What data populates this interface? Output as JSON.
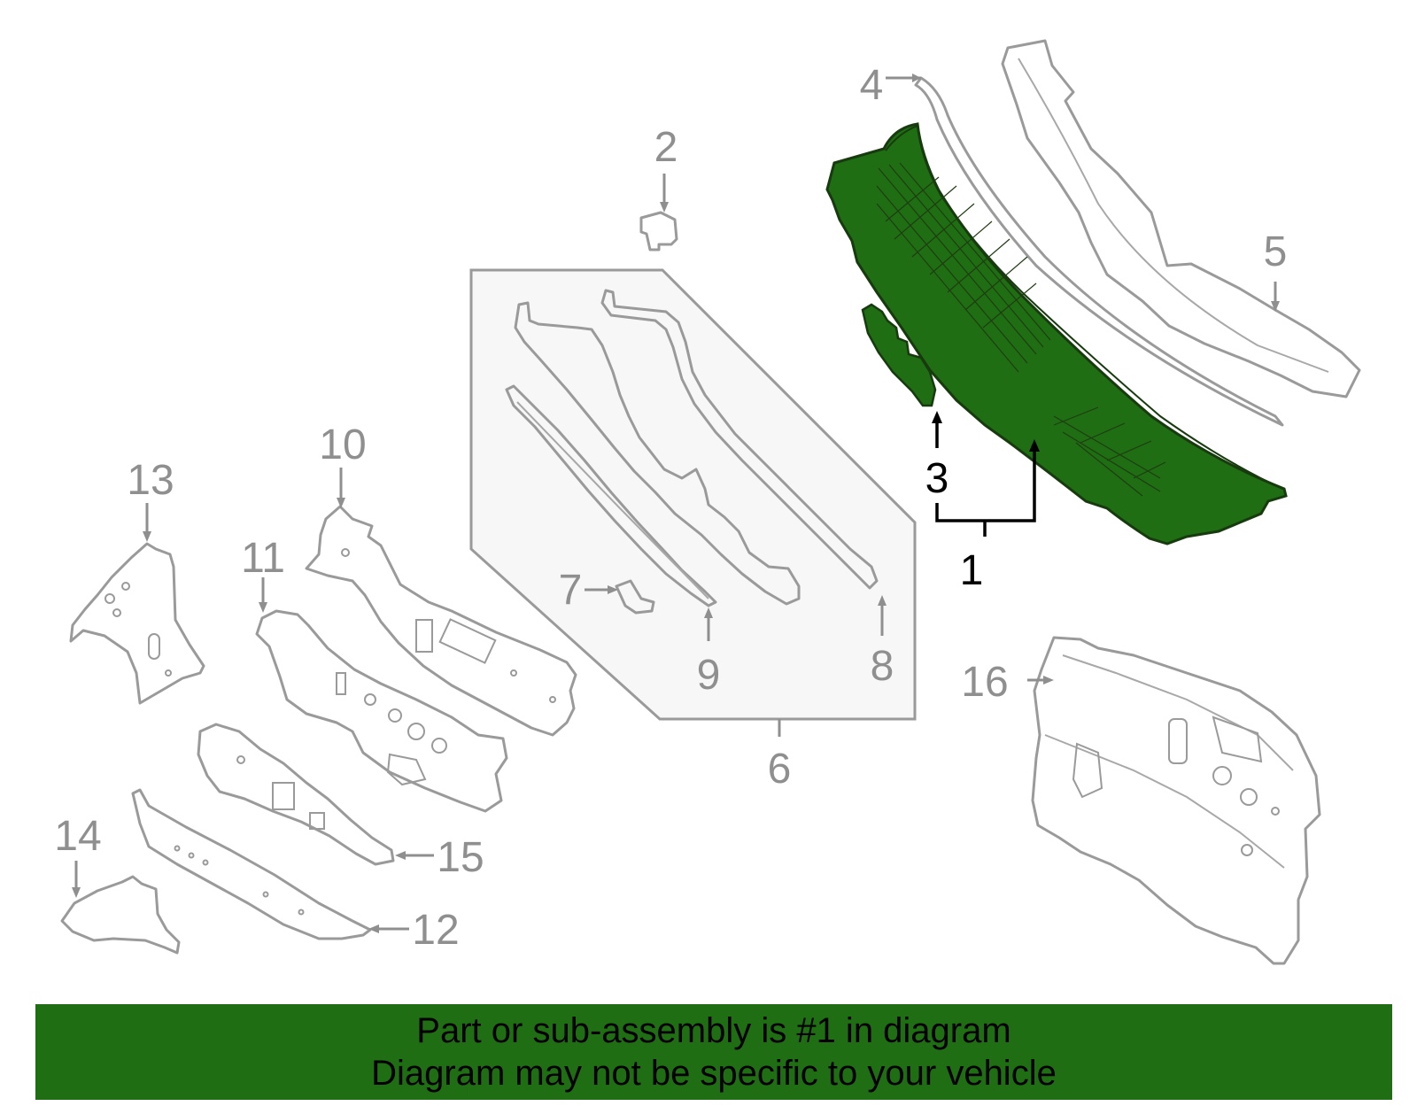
{
  "colors": {
    "highlight": "#1f6e13",
    "banner_background": "#1f6e13",
    "part_outline": "#9a9a9a",
    "callout_text": "#8f8f8f",
    "active_callout": "#000000",
    "subassembly_box": "#f7f7f7"
  },
  "callouts": {
    "c1": "1",
    "c2": "2",
    "c3": "3",
    "c4": "4",
    "c5": "5",
    "c6": "6",
    "c7": "7",
    "c8": "8",
    "c9": "9",
    "c10": "10",
    "c11": "11",
    "c12": "12",
    "c13": "13",
    "c14": "14",
    "c15": "15",
    "c16": "16"
  },
  "highlighted_part": "1",
  "banner": {
    "line1": "Part or sub-assembly is #1 in diagram",
    "line2": "Diagram may not be specific to your vehicle"
  }
}
